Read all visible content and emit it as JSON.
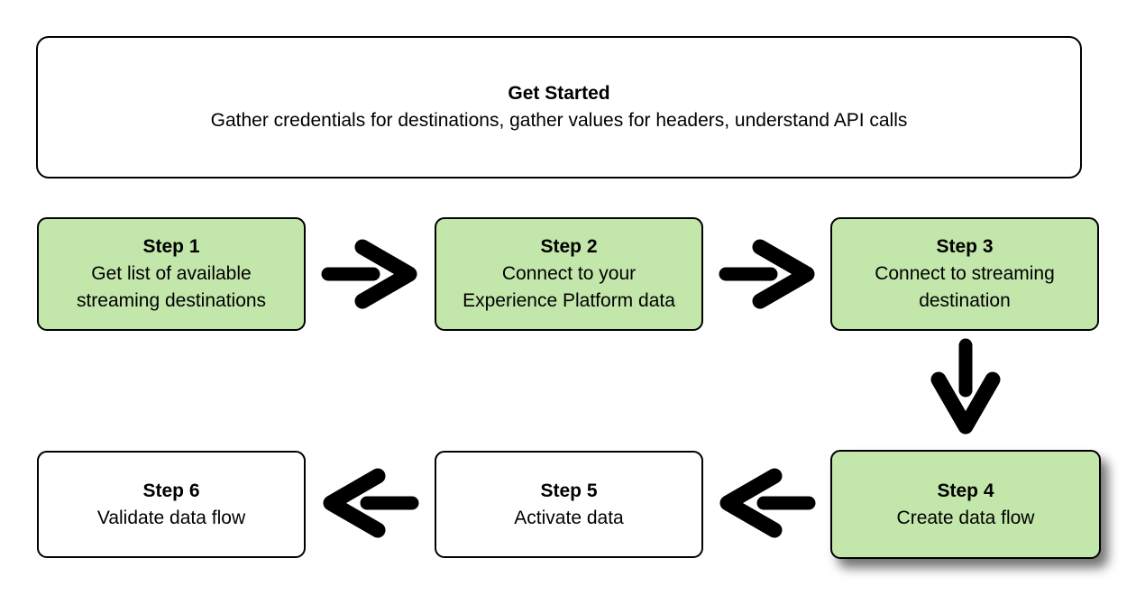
{
  "diagram": {
    "header": {
      "title": "Get Started",
      "subtitle": "Gather credentials for destinations, gather values for headers, understand API calls"
    },
    "steps": [
      {
        "title": "Step 1",
        "label": "Get list of available\nstreaming destinations",
        "variant": "green"
      },
      {
        "title": "Step 2",
        "label": "Connect to your\nExperience Platform data",
        "variant": "green"
      },
      {
        "title": "Step 3",
        "label": "Connect to streaming\ndestination",
        "variant": "green"
      },
      {
        "title": "Step 4",
        "label": "Create data flow",
        "variant": "green-shadow"
      },
      {
        "title": "Step 5",
        "label": "Activate data",
        "variant": "white"
      },
      {
        "title": "Step 6",
        "label": "Validate data flow",
        "variant": "white"
      }
    ],
    "arrows": [
      {
        "from": "step-1",
        "to": "step-2",
        "direction": "right"
      },
      {
        "from": "step-2",
        "to": "step-3",
        "direction": "right"
      },
      {
        "from": "step-3",
        "to": "step-4",
        "direction": "down"
      },
      {
        "from": "step-4",
        "to": "step-5",
        "direction": "left"
      },
      {
        "from": "step-5",
        "to": "step-6",
        "direction": "left"
      }
    ],
    "colors": {
      "step_green": "#c3e6ab",
      "box_border": "#000000",
      "arrow": "#000000",
      "background": "#ffffff"
    }
  }
}
